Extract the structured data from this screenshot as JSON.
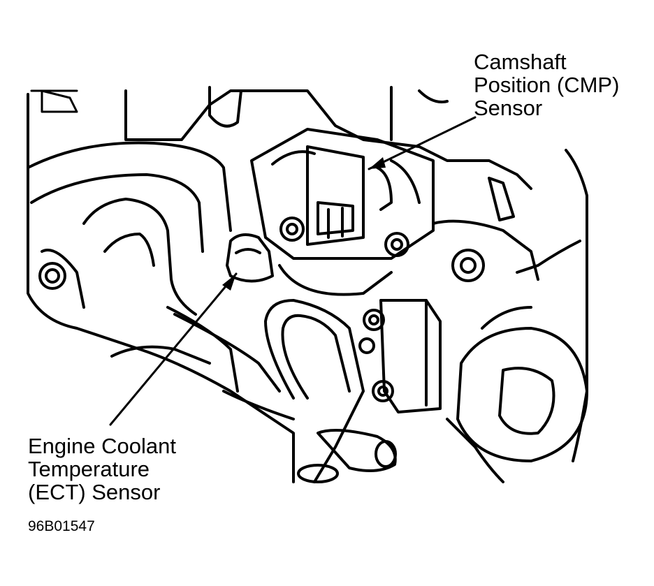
{
  "labels": {
    "cmp": [
      "Camshaft",
      "Position (CMP)",
      "Sensor"
    ],
    "ect": [
      "Engine Coolant",
      "Temperature",
      "(ECT) Sensor"
    ]
  },
  "figure_id": "96B01547"
}
